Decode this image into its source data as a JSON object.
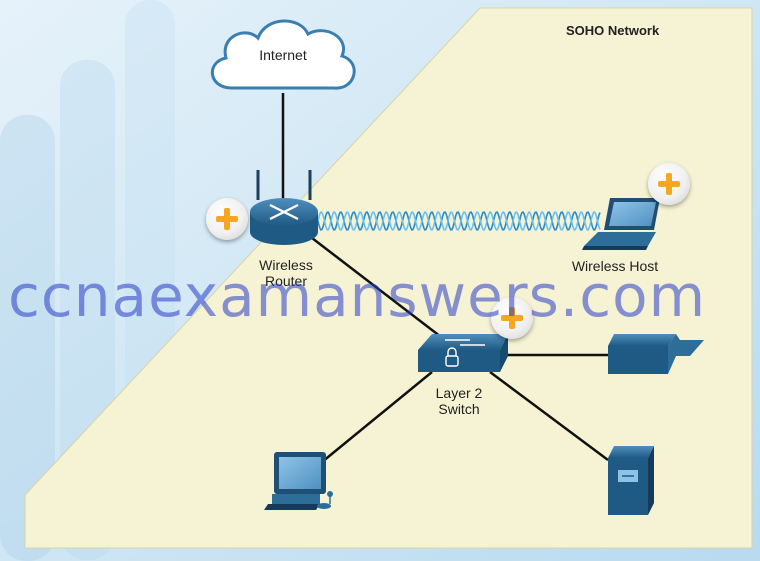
{
  "diagram": {
    "title": "SOHO Network",
    "nodes": {
      "internet": {
        "label": "Internet"
      },
      "router": {
        "label_line1": "Wireless",
        "label_line2": "Router"
      },
      "wireless_host": {
        "label": "Wireless Host"
      },
      "switch": {
        "label_line1": "Layer 2",
        "label_line2": "Switch"
      }
    },
    "watermark": "ccnaexamanswers.com",
    "colors": {
      "panel": "#f5f3d4",
      "device_blue": "#2d6d9a",
      "wifi_wave": "#2a8bc9",
      "plus": "#f5a623",
      "background_blue": "#cfe6f4"
    },
    "icons": [
      "cloud-icon",
      "router-icon",
      "laptop-icon",
      "switch-icon",
      "printer-icon",
      "server-icon",
      "desktop-pc-icon",
      "plus-icon"
    ]
  }
}
